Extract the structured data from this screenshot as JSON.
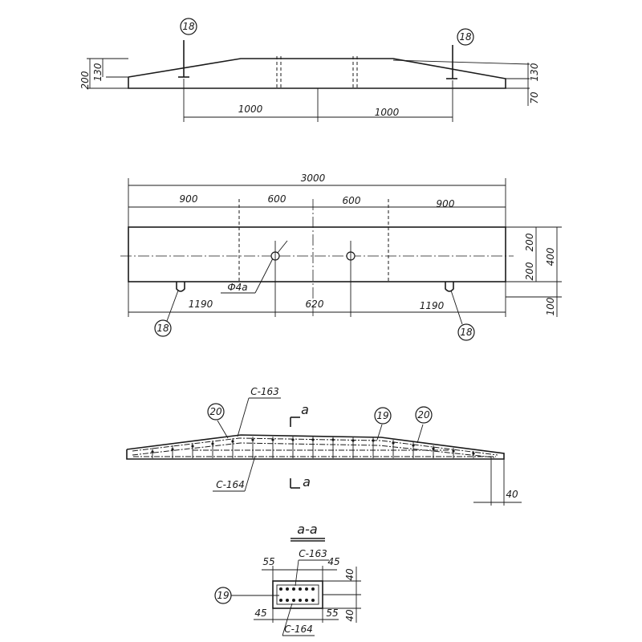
{
  "elevation": {
    "dim_left_total": "200",
    "dim_left_small": "130",
    "dim_right_top": "130",
    "dim_right_bottom": "70",
    "dim_span_left": "1000",
    "dim_span_right": "1000",
    "callout_left": "18",
    "callout_right": "18"
  },
  "plan": {
    "dim_total": "3000",
    "seg_1": "900",
    "seg_2": "600",
    "seg_3": "600",
    "seg_4": "900",
    "hole_label": "Ф4а",
    "bottom_left": "1190",
    "bottom_mid": "620",
    "bottom_right": "1190",
    "right_upper": "200",
    "right_lower": "200",
    "right_total": "400",
    "right_bottom": "100",
    "callout_left": "18",
    "callout_right": "18"
  },
  "reinforcement": {
    "label_top": "С-163",
    "label_bottom": "С-164",
    "section_mark_top": "а",
    "section_mark_bottom": "а",
    "callout_20_left": "20",
    "callout_19": "19",
    "callout_20_right": "20",
    "dim_end": "40"
  },
  "section": {
    "title": "а-а",
    "label_top": "С-163",
    "label_bottom": "С-164",
    "callout": "19",
    "dim_top_left": "55",
    "dim_top_right": "45",
    "dim_bottom_left": "45",
    "dim_bottom_right": "55",
    "dim_right_top": "40",
    "dim_right_bottom": "40"
  }
}
